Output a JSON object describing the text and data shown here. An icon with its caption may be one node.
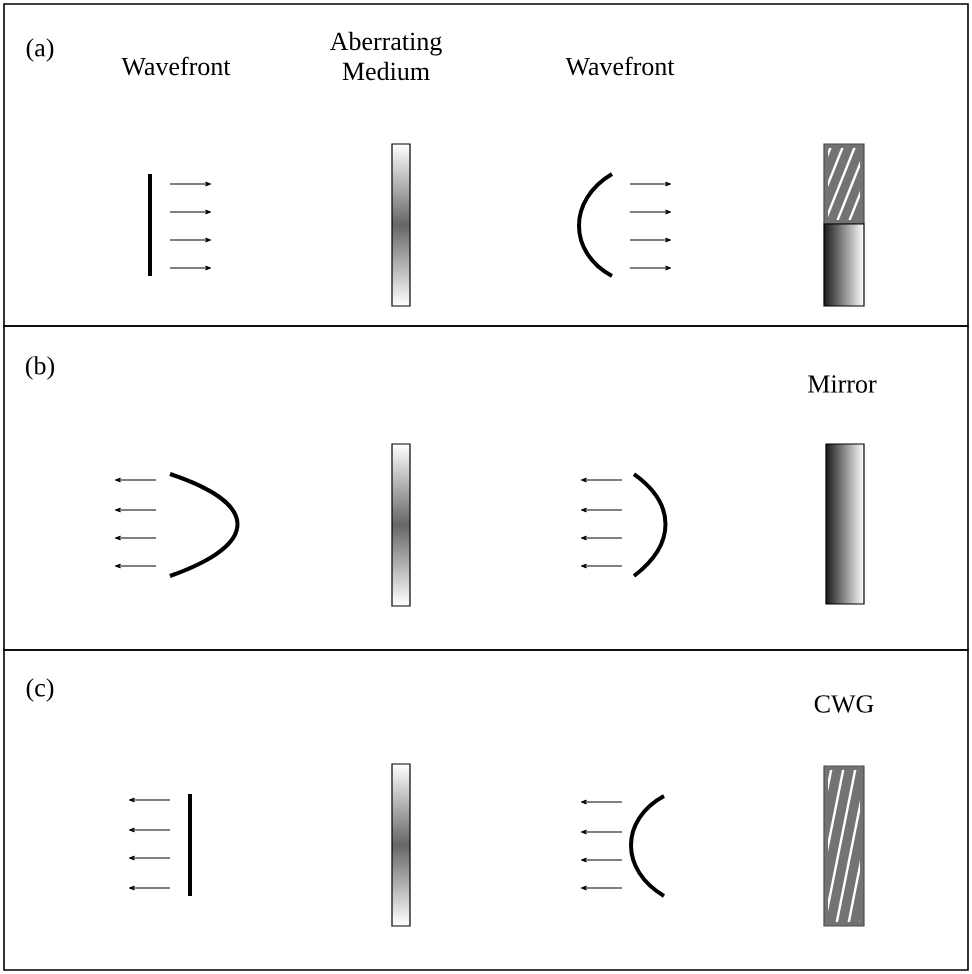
{
  "diagram": {
    "nodes": [
      {
        "text": [
          "(a)",
          "Wavefront",
          "Aberrating Medium",
          "Wavefront"
        ]
      },
      {
        "text": [
          "(b)",
          "Mirror"
        ]
      },
      {
        "text": [
          "(c)",
          "CWG"
        ]
      }
    ]
  }
}
